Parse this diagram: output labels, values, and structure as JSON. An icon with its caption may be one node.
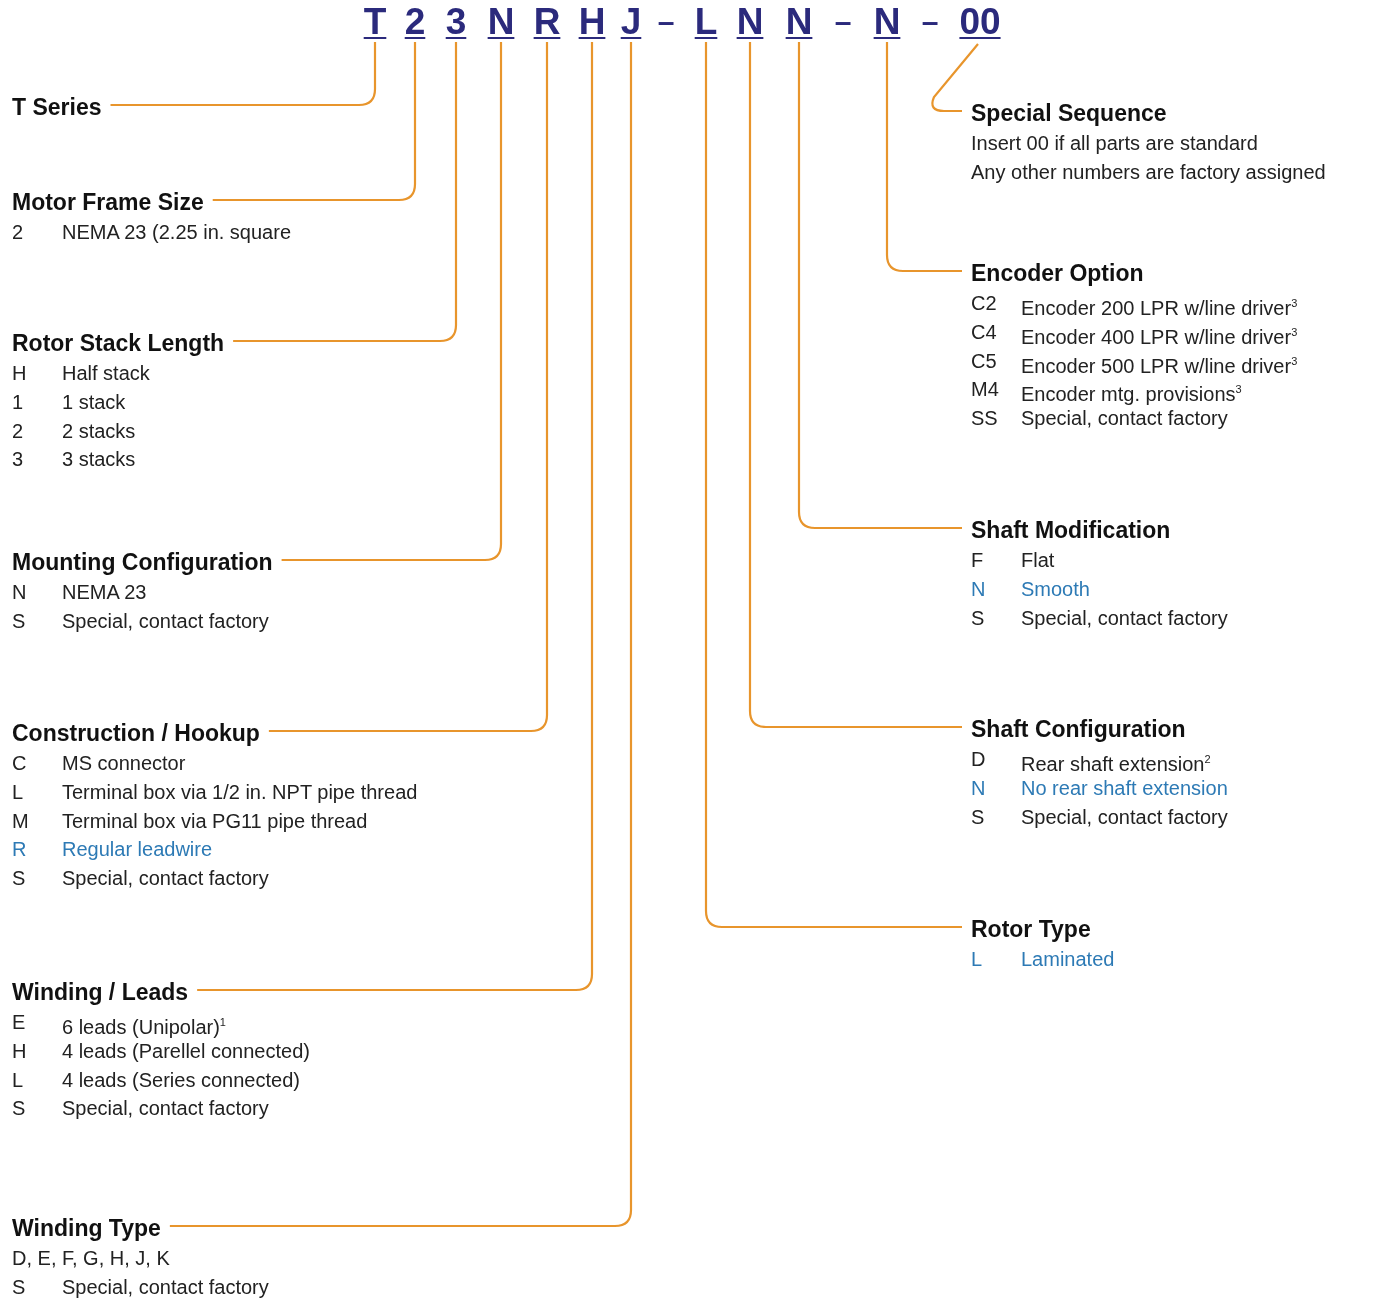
{
  "diagram": {
    "nodes": [
      {
        "text": [
          "T"
        ]
      },
      {
        "text": [
          "2"
        ]
      },
      {
        "text": [
          "3"
        ]
      },
      {
        "text": [
          "N"
        ]
      },
      {
        "text": [
          "R"
        ]
      },
      {
        "text": [
          "H"
        ]
      },
      {
        "text": [
          "J"
        ]
      },
      {
        "text": [
          "L"
        ]
      },
      {
        "text": [
          "N"
        ]
      },
      {
        "text": [
          "N"
        ]
      },
      {
        "text": [
          "N"
        ]
      },
      {
        "text": [
          "00"
        ]
      },
      {
        "text": [
          "T Series"
        ]
      },
      {
        "text": [
          "Motor Frame Size"
        ],
        "beside": [
          "2",
          "NEMA 23 (2.25 in. square"
        ]
      },
      {
        "text": [
          "Rotor Stack Length"
        ],
        "beside": [
          "H",
          "Half stack",
          "1",
          "1 stack",
          "2",
          "2 stacks",
          "3",
          "3 stacks"
        ]
      },
      {
        "text": [
          "Mounting Configuration"
        ],
        "beside": [
          "N",
          "NEMA 23",
          "S",
          "Special, contact factory"
        ]
      },
      {
        "text": [
          "Construction / Hookup"
        ],
        "beside": [
          "C",
          "MS connector",
          "L",
          "Terminal box via 1/2 in. NPT pipe thread",
          "M",
          "Terminal box via PG11 pipe thread",
          "R",
          "Regular leadwire",
          "S",
          "Special, contact factory"
        ]
      },
      {
        "text": [
          "Winding / Leads"
        ],
        "beside": [
          "E",
          "6 leads (Unipolar)$^{1}$",
          "H",
          "4 leads (Parellel connected)",
          "L",
          "4 leads (Series connected)",
          "S",
          "Special, contact factory"
        ]
      },
      {
        "text": [
          "Winding Type"
        ],
        "beside": [
          "D, E, F, G, H, J, K",
          "S",
          "Special, contact factory"
        ]
      },
      {
        "text": [
          "Special Sequence"
        ],
        "beside": [
          "Insert 00 if all parts are standard",
          "Any other numbers are factory assigned"
        ]
      },
      {
        "text": [
          "Encoder Option"
        ],
        "beside": [
          "C2",
          "Encoder 200 LPR w/line driver$^{3}$",
          "C4",
          "Encoder 400 LPR w/line driver$^{3}$",
          "C5",
          "Encoder 500 LPR w/line driver$^{3}$",
          "M4",
          "Encoder mtg. provisions$^{3}$",
          "SS",
          "Special, contact factory"
        ]
      },
      {
        "text": [
          "Shaft Modification"
        ],
        "beside": [
          "F",
          "Flat",
          "N",
          "Smooth",
          "S",
          "Special, contact factory"
        ]
      },
      {
        "text": [
          "Shaft Configuration"
        ],
        "beside": [
          "D",
          "Rear shaft extension$^{2}$",
          "N",
          "No rear shaft extension",
          "S",
          "Special, contact factory"
        ]
      },
      {
        "text": [
          "Rotor Type"
        ],
        "beside": [
          "L",
          "Laminated"
        ]
      }
    ],
    "edges": [
      {
        "from": 0,
        "to": 12,
        "arrow": "none"
      },
      {
        "from": 1,
        "to": 13,
        "arrow": "none"
      },
      {
        "from": 2,
        "to": 14,
        "arrow": "none"
      },
      {
        "from": 3,
        "to": 15,
        "arrow": "none"
      },
      {
        "from": 4,
        "to": 16,
        "arrow": "none"
      },
      {
        "from": 5,
        "to": 17,
        "arrow": "none"
      },
      {
        "from": 6,
        "to": 18,
        "arrow": "none"
      },
      {
        "from": 7,
        "to": 23,
        "arrow": "none"
      },
      {
        "from": 8,
        "to": 22,
        "arrow": "none"
      },
      {
        "from": 9,
        "to": 21,
        "arrow": "none"
      },
      {
        "from": 10,
        "to": 20,
        "arrow": "none"
      },
      {
        "from": 11,
        "to": 19,
        "arrow": "none"
      }
    ],
    "labels": [
      "–",
      "–",
      "–"
    ]
  }
}
